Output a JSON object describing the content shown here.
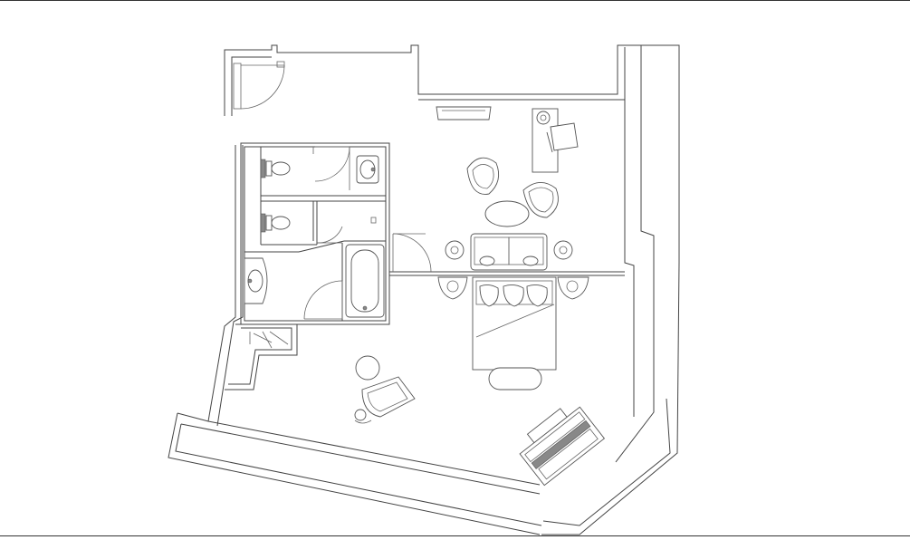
{
  "drawing": {
    "type": "architectural-floor-plan",
    "line_color": "#444444",
    "background": "#ffffff",
    "frame": true
  },
  "rooms": [
    {
      "id": "toilet-1",
      "fixtures": [
        "toilet",
        "vanity-sink",
        "door"
      ]
    },
    {
      "id": "toilet-2",
      "fixtures": [
        "toilet",
        "door"
      ]
    },
    {
      "id": "bathroom",
      "fixtures": [
        "bathtub",
        "washbasin",
        "door"
      ]
    },
    {
      "id": "living-area",
      "fixtures": [
        "sofa",
        "armchair",
        "armchair",
        "coffee-table",
        "desk",
        "desk-chair",
        "side-table",
        "side-table",
        "tv-console"
      ]
    },
    {
      "id": "bedroom",
      "fixtures": [
        "double-bed",
        "nightstand",
        "nightstand",
        "bench",
        "lounge-chair",
        "round-table",
        "piano-desk"
      ]
    },
    {
      "id": "closet",
      "fixtures": [
        "wardrobe"
      ]
    }
  ]
}
